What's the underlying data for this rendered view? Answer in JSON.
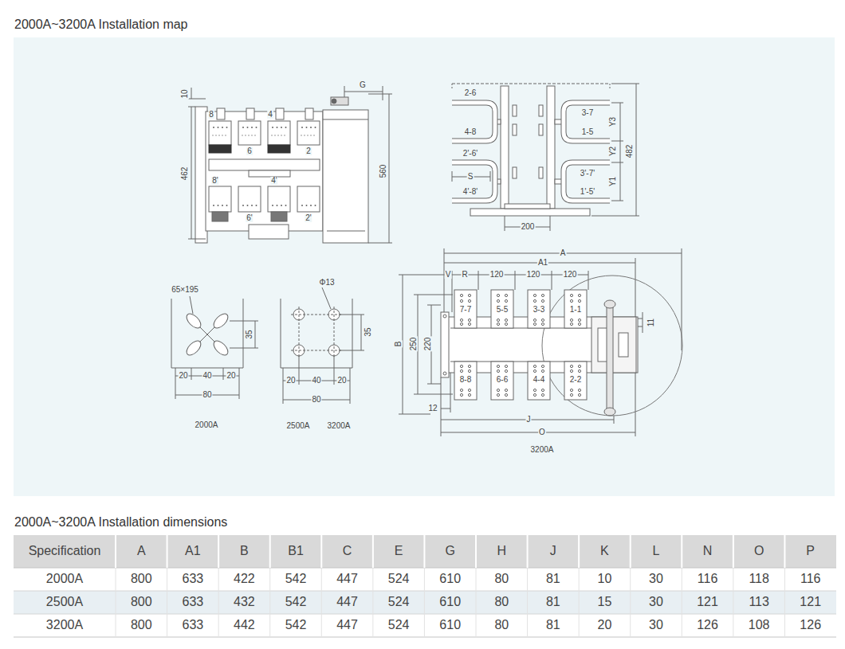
{
  "diagram": {
    "title": "2000A~3200A Installation map",
    "labels": [
      "10",
      "G",
      "8",
      "4",
      "6",
      "2",
      "462",
      "560",
      "8'",
      "4'",
      "6'",
      "2'",
      "2-6",
      "3-7",
      "Y3",
      "4-8",
      "1-5",
      "Y2",
      "482",
      "2'-6'",
      "3'-7'",
      "S",
      "Y1",
      "4'-8'",
      "1'-5'",
      "200",
      "A",
      "A1",
      "V",
      "R",
      "120",
      "120",
      "120",
      "7-7",
      "5-5",
      "3-3",
      "1-1",
      "11",
      "B",
      "250",
      "220",
      "8-8",
      "6-6",
      "4-4",
      "2-2",
      "12",
      "J",
      "O",
      "3200A",
      "65×195",
      "35",
      "20",
      "40",
      "20",
      "80",
      "2000A",
      "Φ13",
      "35",
      "20",
      "40",
      "20",
      "80",
      "2500A",
      "3200A",
      "2000A~3200A Installation dimensions",
      "Specification",
      "A",
      "A1",
      "B",
      "B1",
      "C",
      "E",
      "G",
      "H",
      "J",
      "K",
      "L",
      "N",
      "O",
      "P",
      "2000A",
      "800",
      "633",
      "422",
      "542",
      "447",
      "524",
      "610",
      "80",
      "81",
      "10",
      "30",
      "116",
      "118",
      "116",
      "2500A",
      "800",
      "633",
      "432",
      "542",
      "447",
      "524",
      "610",
      "80",
      "81",
      "15",
      "30",
      "121",
      "113",
      "121",
      "3200A",
      "800",
      "633",
      "442",
      "542",
      "447",
      "524",
      "610",
      "80",
      "81",
      "20",
      "30",
      "126",
      "108",
      "126"
    ]
  }
}
